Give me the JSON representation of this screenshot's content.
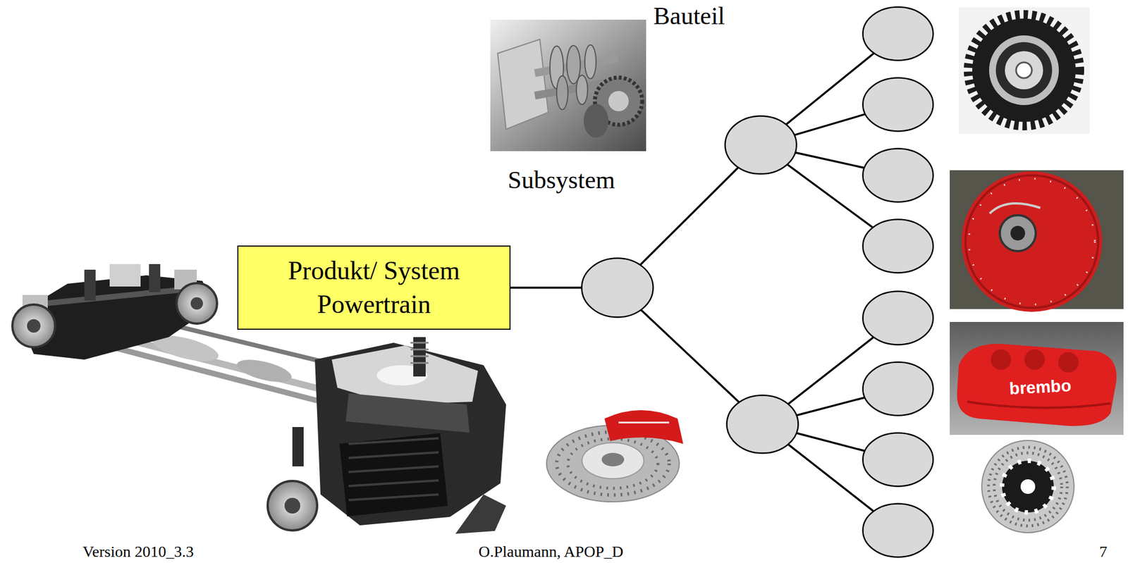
{
  "diagram": {
    "nodes": [
      {
        "text": [
          "Produkt/ System Powertrain"
        ]
      },
      {
        "text": []
      },
      {
        "text": []
      },
      {
        "text": []
      },
      {
        "text": []
      },
      {
        "text": []
      },
      {
        "text": []
      },
      {
        "text": []
      },
      {
        "text": []
      },
      {
        "text": []
      },
      {
        "text": []
      },
      {
        "text": []
      }
    ],
    "edges": [
      {
        "from": 0,
        "to": 1,
        "arrow": "none"
      },
      {
        "from": 1,
        "to": 2,
        "arrow": "none"
      },
      {
        "from": 1,
        "to": 3,
        "arrow": "none"
      },
      {
        "from": 2,
        "to": 4,
        "arrow": "none"
      },
      {
        "from": 2,
        "to": 5,
        "arrow": "none"
      },
      {
        "from": 2,
        "to": 6,
        "arrow": "none"
      },
      {
        "from": 2,
        "to": 7,
        "arrow": "none"
      },
      {
        "from": 3,
        "to": 8,
        "arrow": "none"
      },
      {
        "from": 3,
        "to": 9,
        "arrow": "none"
      },
      {
        "from": 3,
        "to": 10,
        "arrow": "none"
      },
      {
        "from": 3,
        "to": 11,
        "arrow": "none"
      }
    ],
    "labels": [
      "Bauteil",
      "Subsystem",
      "brembo",
      "Version 2010_3.3",
      "O.Plaumann, APOP_D",
      "7"
    ]
  }
}
